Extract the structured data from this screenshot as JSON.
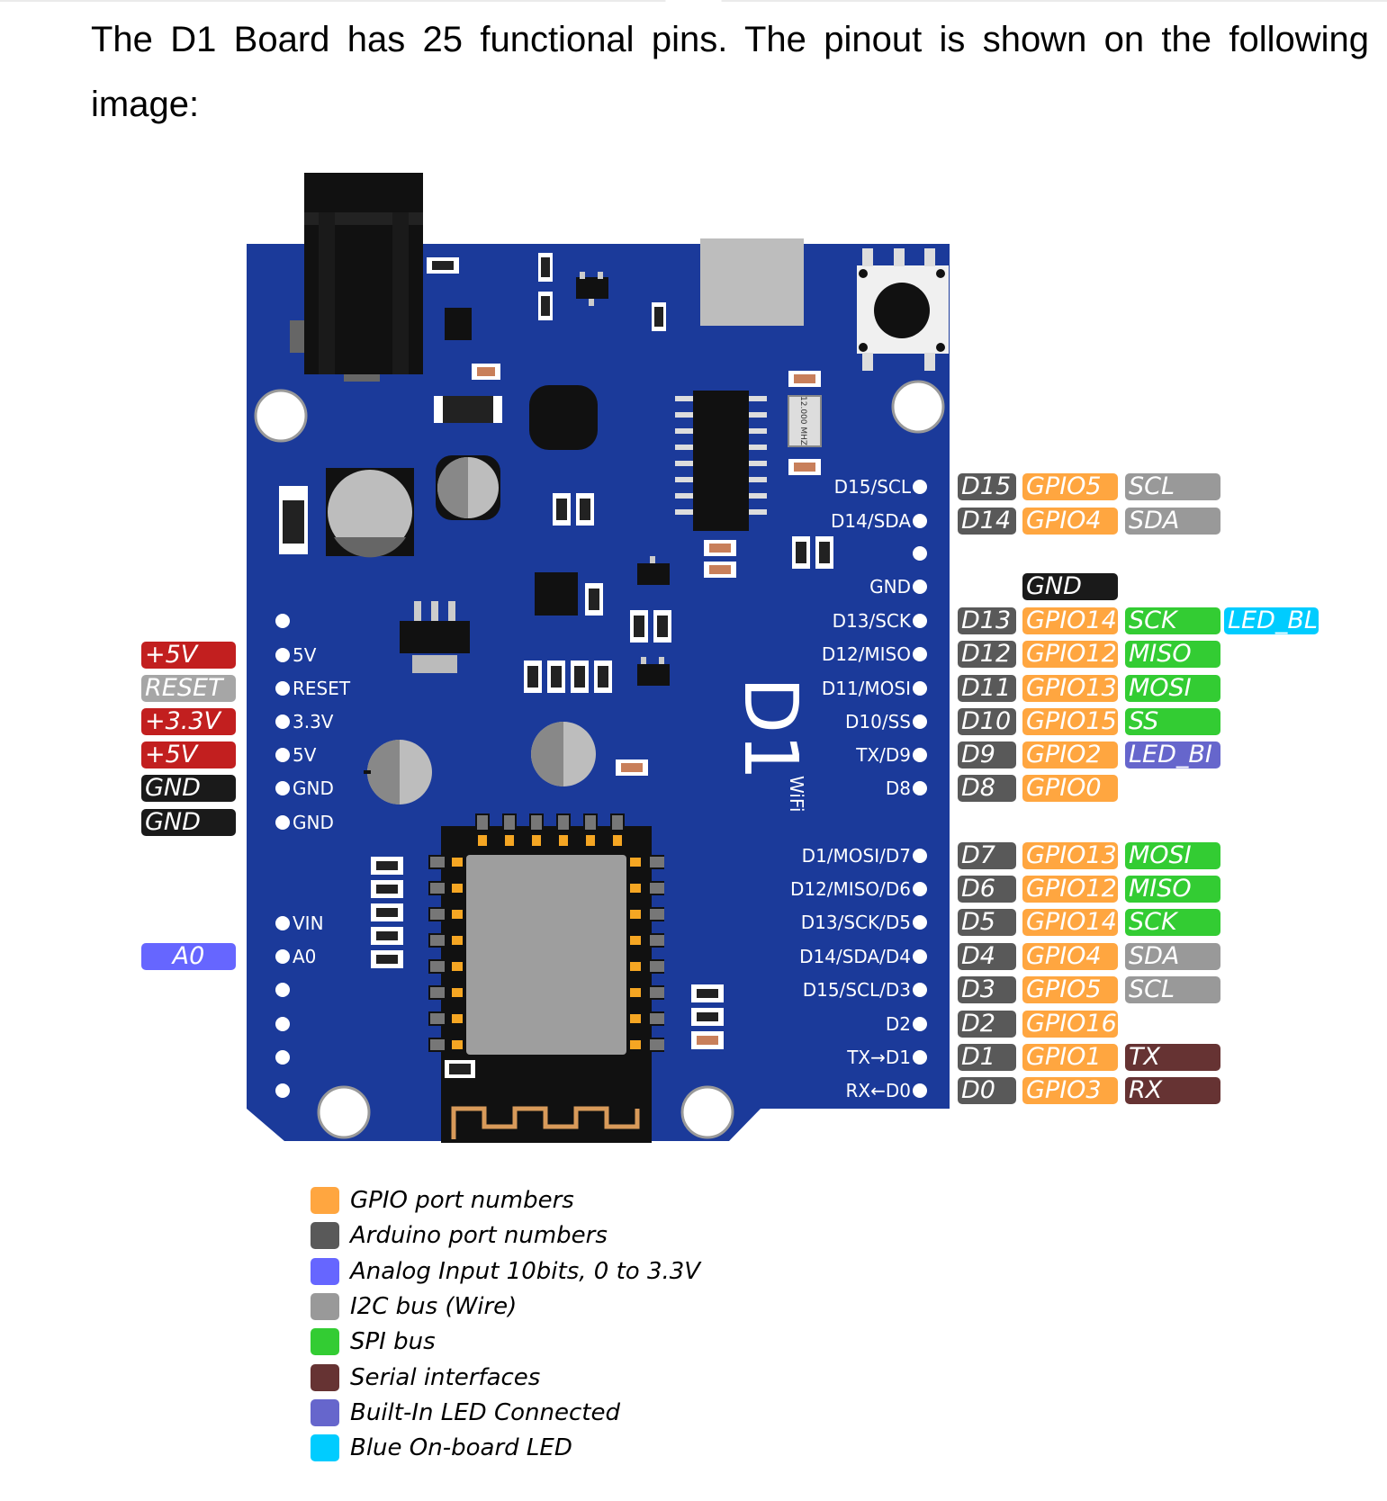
{
  "intro": "The D1 Board has 25 functional pins. The pinout is shown on the following image:",
  "board": {
    "logo": "D1",
    "logo_sub": "WiFi",
    "crystal": "12.000 MHZ",
    "left_pins": [
      {
        "label": "",
        "tag": ""
      },
      {
        "label": "5V",
        "tag": "+5V"
      },
      {
        "label": "RESET",
        "tag": "RESET"
      },
      {
        "label": "3.3V",
        "tag": "+3.3V"
      },
      {
        "label": "5V",
        "tag": "+5V"
      },
      {
        "label": "GND",
        "tag": "GND"
      },
      {
        "label": "GND",
        "tag": "GND"
      },
      {
        "label": "VIN",
        "tag": ""
      },
      {
        "label": "A0",
        "tag": "A0"
      },
      {
        "label": "",
        "tag": ""
      },
      {
        "label": "",
        "tag": ""
      },
      {
        "label": "",
        "tag": ""
      },
      {
        "label": "",
        "tag": ""
      },
      {
        "label": "",
        "tag": ""
      }
    ],
    "right_pins": [
      {
        "label": "D15/SCL",
        "tags": [
          "D15",
          "GPIO5",
          "SCL"
        ]
      },
      {
        "label": "D14/SDA",
        "tags": [
          "D14",
          "GPIO4",
          "SDA"
        ]
      },
      {
        "label": "",
        "tags": []
      },
      {
        "label": "GND",
        "tags": [
          "GND"
        ]
      },
      {
        "label": "D13/SCK",
        "tags": [
          "D13",
          "GPIO14",
          "SCK",
          "LED_BL"
        ]
      },
      {
        "label": "D12/MISO",
        "tags": [
          "D12",
          "GPIO12",
          "MISO"
        ]
      },
      {
        "label": "D11/MOSI",
        "tags": [
          "D11",
          "GPIO13",
          "MOSI"
        ]
      },
      {
        "label": "D10/SS",
        "tags": [
          "D10",
          "GPIO15",
          "SS"
        ]
      },
      {
        "label": "TX/D9",
        "tags": [
          "D9",
          "GPIO2",
          "LED_BI"
        ]
      },
      {
        "label": "D8",
        "tags": [
          "D8",
          "GPIO0"
        ]
      },
      {
        "label": "D1/MOSI/D7",
        "tags": [
          "D7",
          "GPIO13",
          "MOSI"
        ]
      },
      {
        "label": "D12/MISO/D6",
        "tags": [
          "D6",
          "GPIO12",
          "MISO"
        ]
      },
      {
        "label": "D13/SCK/D5",
        "tags": [
          "D5",
          "GPIO14",
          "SCK"
        ]
      },
      {
        "label": "D14/SDA/D4",
        "tags": [
          "D4",
          "GPIO4",
          "SDA"
        ]
      },
      {
        "label": "D15/SCL/D3",
        "tags": [
          "D3",
          "GPIO5",
          "SCL"
        ]
      },
      {
        "label": "D2",
        "tags": [
          "D2",
          "GPIO16"
        ]
      },
      {
        "label": "TX→D1",
        "tags": [
          "D1",
          "GPIO1",
          "TX"
        ]
      },
      {
        "label": "RX←D0",
        "tags": [
          "D0",
          "GPIO3",
          "RX"
        ]
      }
    ]
  },
  "colors": {
    "board": "#1b3a9a",
    "power": "#c21f1f",
    "reset": "#a6a6a6",
    "gnd": "#1a1a1a",
    "analog": "#6666ff",
    "arduino": "#595959",
    "gpio": "#ffa640",
    "i2c": "#999999",
    "spi": "#33cc33",
    "serial": "#663333",
    "led_builtin": "#6666cc",
    "led_blue": "#00ccff"
  },
  "legend": [
    {
      "label": "GPIO port numbers",
      "color": "#ffa640"
    },
    {
      "label": "Arduino port numbers",
      "color": "#595959"
    },
    {
      "label": "Analog Input 10bits, 0 to 3.3V",
      "color": "#6666ff"
    },
    {
      "label": "I2C bus (Wire)",
      "color": "#999999"
    },
    {
      "label": "SPI bus",
      "color": "#33cc33"
    },
    {
      "label": "Serial interfaces",
      "color": "#663333"
    },
    {
      "label": "Built-In LED Connected",
      "color": "#6666cc"
    },
    {
      "label": "Blue On-board LED",
      "color": "#00ccff"
    }
  ]
}
